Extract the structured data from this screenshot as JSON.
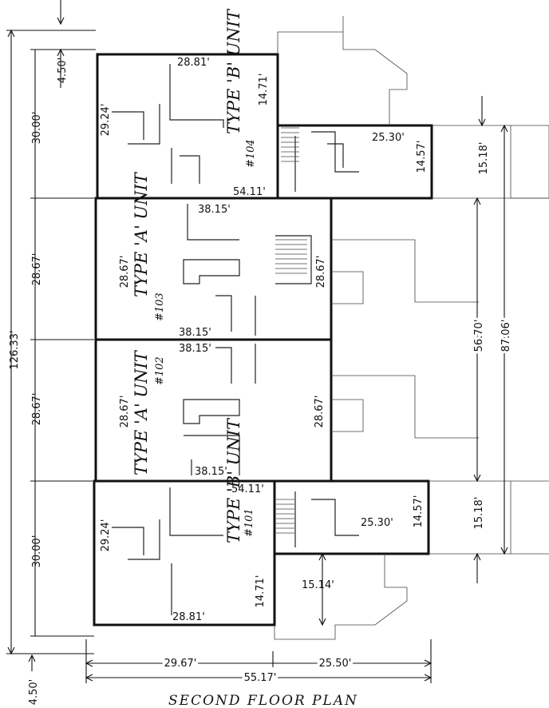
{
  "plan_title": "SECOND FLOOR PLAN",
  "units": {
    "b_top": {
      "label": "TYPE 'B' UNIT",
      "number": "#104"
    },
    "a_upper": {
      "label": "TYPE 'A' UNIT",
      "number": "#103"
    },
    "a_lower": {
      "label": "TYPE 'A' UNIT",
      "number": "#102"
    },
    "b_bottom": {
      "label": "TYPE 'B' UNIT",
      "number": "#101"
    }
  },
  "dimensions": {
    "overall_height": "126.33'",
    "top_offset": "4.50'",
    "bottom_offset": "4.50'",
    "seg_b_top": "30.00'",
    "seg_a_upper": "28.67'",
    "seg_a_lower": "28.67'",
    "seg_b_bottom": "30.00'",
    "b_top_width": "28.81'",
    "b_top_depth": "14.71'",
    "b_top_side": "29.24'",
    "b_top_ext_width": "25.30'",
    "b_top_ext_depth": "14.57'",
    "b_top_span": "54.11'",
    "right_b_top": "15.18'",
    "a_upper_width": "38.15'",
    "a_upper_left": "28.67'",
    "a_upper_right": "28.67'",
    "a_upper_bottom": "38.15'",
    "a_lower_top": "38.15'",
    "a_lower_left": "28.67'",
    "a_lower_right": "28.67'",
    "a_lower_bottom": "38.15'",
    "b_bottom_span": "54.11'",
    "b_bottom_side": "29.24'",
    "b_bottom_ext_depth": "14.57'",
    "b_bottom_ext_width": "25.30'",
    "b_bottom_width": "28.81'",
    "b_bottom_depth": "14.71'",
    "b_bottom_court": "15.14'",
    "right_b_bottom": "15.18'",
    "right_inner": "56.70'",
    "right_outer": "87.06'",
    "bottom_left": "29.67'",
    "bottom_right": "25.50'",
    "bottom_total": "55.17'"
  }
}
